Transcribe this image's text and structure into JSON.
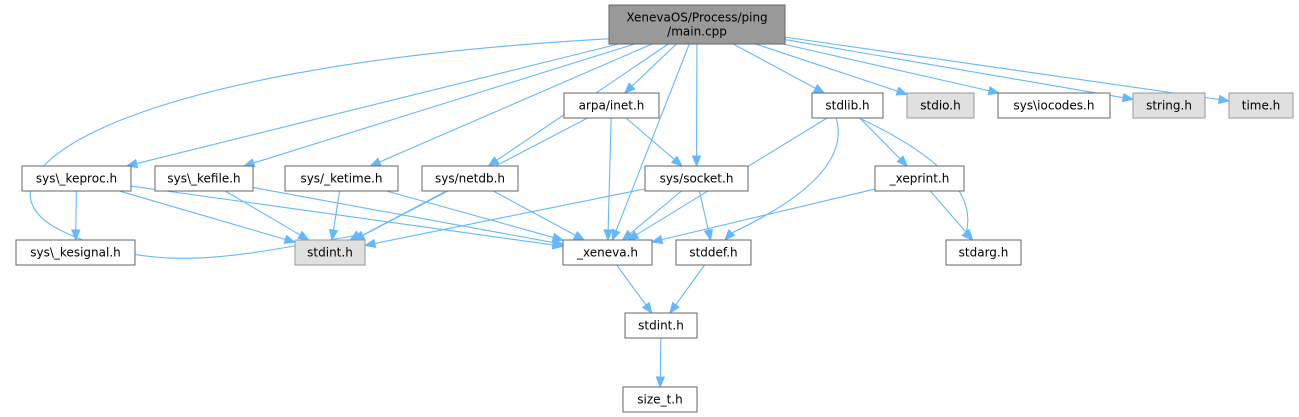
{
  "title": "XenevaOS/Process/ping/main.cpp include dependency graph",
  "nodes": [
    {
      "id": "main",
      "lines": [
        "XenevaOS/Process/ping",
        "/main.cpp"
      ],
      "style": "root"
    },
    {
      "id": "arpa_inet",
      "lines": [
        "arpa/inet.h"
      ],
      "style": "plain"
    },
    {
      "id": "stdlib",
      "lines": [
        "stdlib.h"
      ],
      "style": "plain"
    },
    {
      "id": "stdio",
      "lines": [
        "stdio.h"
      ],
      "style": "gray"
    },
    {
      "id": "iocodes",
      "lines": [
        "sys\\iocodes.h"
      ],
      "style": "plain"
    },
    {
      "id": "string",
      "lines": [
        "string.h"
      ],
      "style": "gray"
    },
    {
      "id": "time",
      "lines": [
        "time.h"
      ],
      "style": "gray"
    },
    {
      "id": "keproc",
      "lines": [
        "sys\\_keproc.h"
      ],
      "style": "plain"
    },
    {
      "id": "kefile",
      "lines": [
        "sys\\_kefile.h"
      ],
      "style": "plain"
    },
    {
      "id": "ketime",
      "lines": [
        "sys/_ketime.h"
      ],
      "style": "plain"
    },
    {
      "id": "netdb",
      "lines": [
        "sys/netdb.h"
      ],
      "style": "plain"
    },
    {
      "id": "socket",
      "lines": [
        "sys/socket.h"
      ],
      "style": "plain"
    },
    {
      "id": "xeprint",
      "lines": [
        "_xeprint.h"
      ],
      "style": "plain"
    },
    {
      "id": "kesignal",
      "lines": [
        "sys\\_kesignal.h"
      ],
      "style": "plain"
    },
    {
      "id": "stdint_gray",
      "lines": [
        "stdint.h"
      ],
      "style": "gray"
    },
    {
      "id": "xeneva",
      "lines": [
        "_xeneva.h"
      ],
      "style": "plain"
    },
    {
      "id": "stddef",
      "lines": [
        "stddef.h"
      ],
      "style": "plain"
    },
    {
      "id": "stdarg",
      "lines": [
        "stdarg.h"
      ],
      "style": "plain"
    },
    {
      "id": "stdint",
      "lines": [
        "stdint.h"
      ],
      "style": "plain"
    },
    {
      "id": "size_t",
      "lines": [
        "size_t.h"
      ],
      "style": "plain"
    }
  ],
  "edges": [
    [
      "main",
      "arpa_inet"
    ],
    [
      "main",
      "stdlib"
    ],
    [
      "main",
      "stdio"
    ],
    [
      "main",
      "iocodes"
    ],
    [
      "main",
      "string"
    ],
    [
      "main",
      "time"
    ],
    [
      "main",
      "keproc"
    ],
    [
      "main",
      "kefile"
    ],
    [
      "main",
      "ketime"
    ],
    [
      "main",
      "netdb"
    ],
    [
      "main",
      "socket"
    ],
    [
      "main",
      "xeneva"
    ],
    [
      "main",
      "stdint_gray"
    ],
    [
      "arpa_inet",
      "socket"
    ],
    [
      "arpa_inet",
      "xeneva"
    ],
    [
      "arpa_inet",
      "stdint_gray"
    ],
    [
      "stdlib",
      "xeprint"
    ],
    [
      "stdlib",
      "xeneva"
    ],
    [
      "stdlib",
      "stddef"
    ],
    [
      "stdlib",
      "stdarg"
    ],
    [
      "keproc",
      "kesignal"
    ],
    [
      "keproc",
      "stdint_gray"
    ],
    [
      "keproc",
      "xeneva"
    ],
    [
      "kefile",
      "stdint_gray"
    ],
    [
      "kefile",
      "xeneva"
    ],
    [
      "ketime",
      "stdint_gray"
    ],
    [
      "ketime",
      "xeneva"
    ],
    [
      "netdb",
      "stdint_gray"
    ],
    [
      "netdb",
      "xeneva"
    ],
    [
      "socket",
      "stdint_gray"
    ],
    [
      "socket",
      "xeneva"
    ],
    [
      "socket",
      "stddef"
    ],
    [
      "xeprint",
      "xeneva"
    ],
    [
      "xeprint",
      "stdarg"
    ],
    [
      "xeneva",
      "stdint"
    ],
    [
      "stddef",
      "stdint"
    ],
    [
      "stdint",
      "size_t"
    ]
  ],
  "colors": {
    "edge": "#63b8ff",
    "root_fill": "#999999",
    "gray_fill": "#e0e0e0",
    "border": "#666666"
  }
}
